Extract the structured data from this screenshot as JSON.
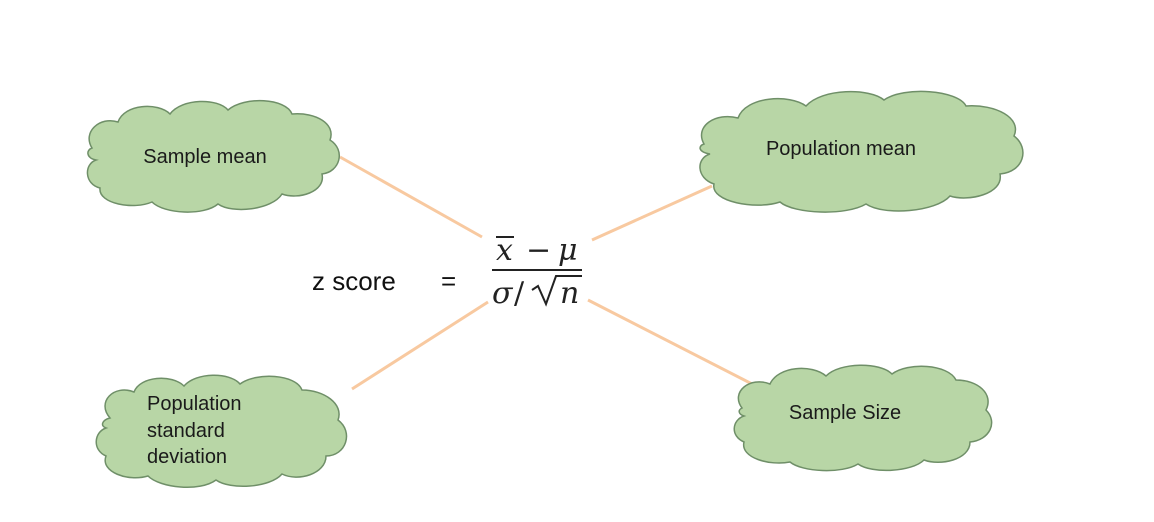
{
  "colors": {
    "cloud_fill": "#b8d6a6",
    "cloud_stroke": "#6f8f68",
    "connector": "#f8c9a0",
    "text": "#1a1a1a"
  },
  "equation": {
    "lhs": "z score",
    "equals": "=",
    "numerator": {
      "var": "x",
      "minus": "−",
      "mu": "μ"
    },
    "denominator": {
      "sigma": "σ",
      "slash": "/",
      "n": "n"
    }
  },
  "clouds": {
    "sample_mean": "Sample mean",
    "population_mean": "Population mean",
    "population_sd": [
      "Population",
      "standard",
      "deviation"
    ],
    "sample_size": "Sample Size"
  }
}
